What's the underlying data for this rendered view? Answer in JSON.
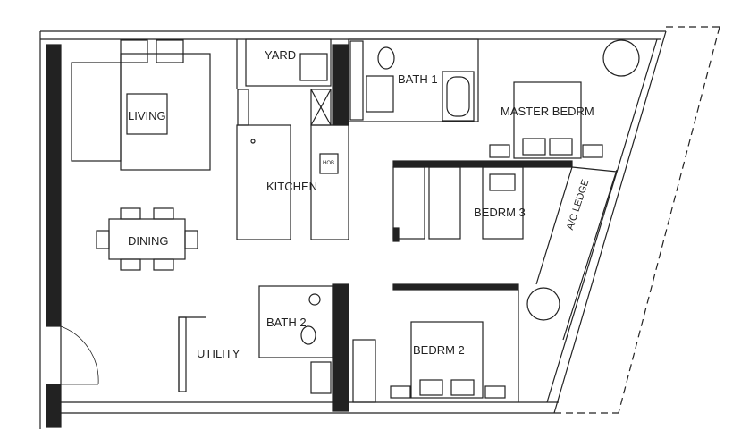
{
  "rooms": {
    "yard": "YARD",
    "bath1": "BATH 1",
    "master": "MASTER BEDRM",
    "living": "LIVING",
    "kitchen": "KITCHEN",
    "bedrm3": "BEDRM 3",
    "ac_ledge": "A/C LEDGE",
    "dining": "DINING",
    "bath2": "BATH 2",
    "utility": "UTILITY",
    "bedrm2": "BEDRM 2"
  },
  "fixtures": {
    "hob": "HOB"
  }
}
